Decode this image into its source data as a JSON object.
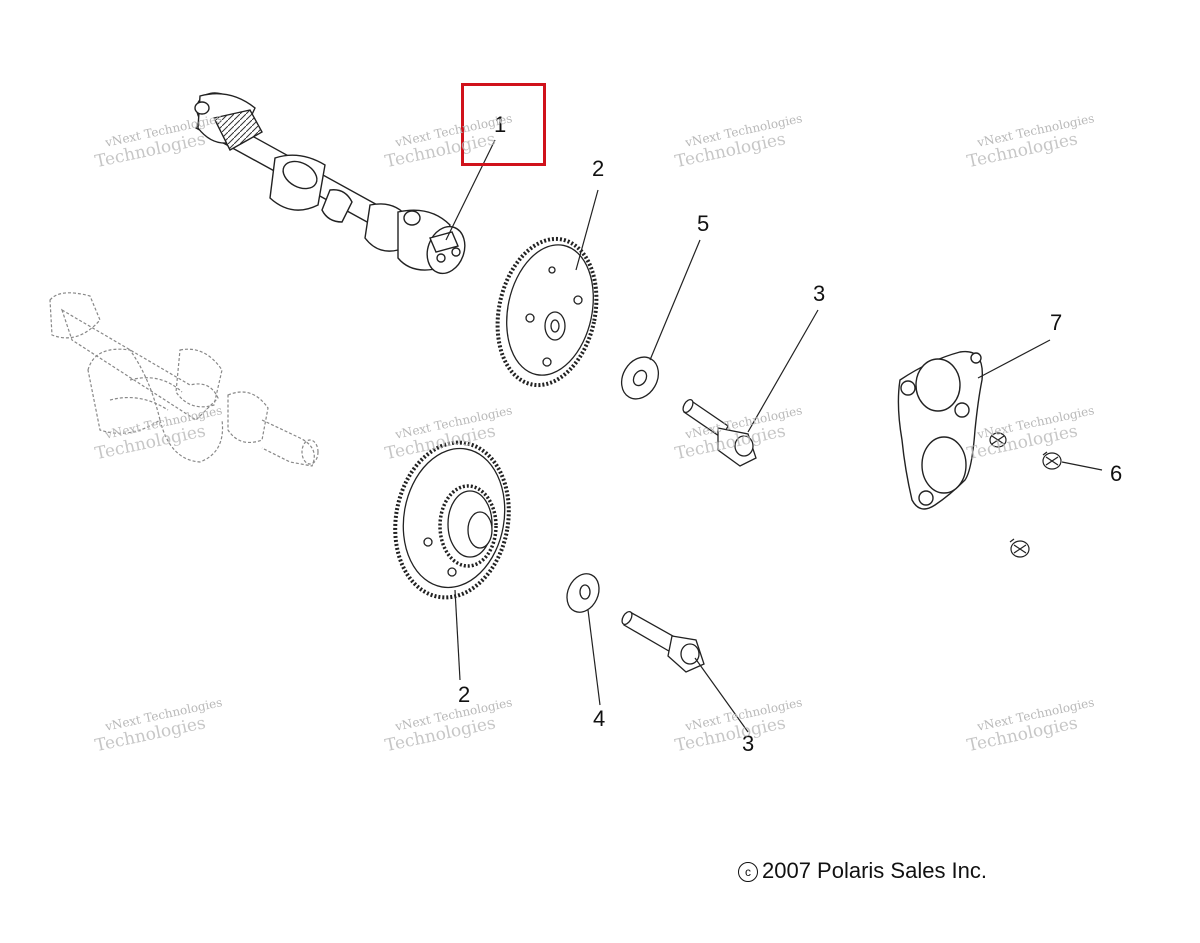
{
  "callouts": {
    "c1": "1",
    "c2a": "2",
    "c2b": "2",
    "c3a": "3",
    "c3b": "3",
    "c4": "4",
    "c5": "5",
    "c6": "6",
    "c7": "7"
  },
  "watermark": {
    "line1": "vNext Technologies",
    "line2": "Technologies"
  },
  "copyright": {
    "symbol": "c",
    "text": "2007 Polaris Sales Inc."
  },
  "colors": {
    "highlight": "#d0121b",
    "line_art": "#222222",
    "watermark": "#b9b9b9"
  }
}
